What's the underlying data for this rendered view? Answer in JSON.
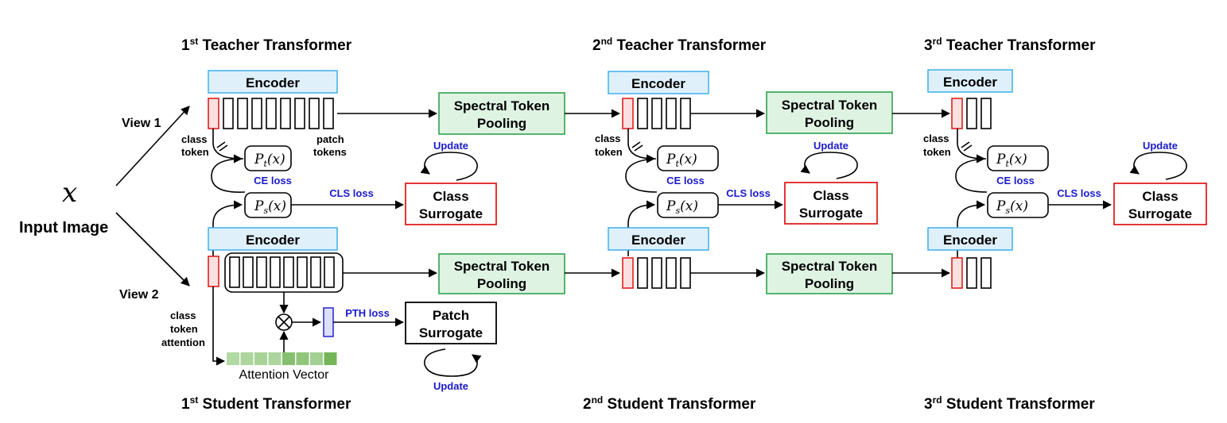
{
  "titles": {
    "teacher1": {
      "ord": "1",
      "sup": "st",
      "rest": " Teacher Transformer"
    },
    "teacher2": {
      "ord": "2",
      "sup": "nd",
      "rest": " Teacher Transformer"
    },
    "teacher3": {
      "ord": "3",
      "sup": "rd",
      "rest": " Teacher Transformer"
    },
    "student1": {
      "ord": "1",
      "sup": "st",
      "rest": " Student Transformer"
    },
    "student2": {
      "ord": "2",
      "sup": "nd",
      "rest": " Student Transformer"
    },
    "student3": {
      "ord": "3",
      "sup": "rd",
      "rest": " Student Transformer"
    }
  },
  "input": {
    "symbol": "𝑥",
    "label": "Input Image"
  },
  "views": {
    "view1": "View 1",
    "view2": "View 2"
  },
  "blocks": {
    "encoder": "Encoder",
    "spectral_line1": "Spectral Token",
    "spectral_line2": "Pooling",
    "class_sur_line1": "Class",
    "class_sur_line2": "Surrogate",
    "patch_sur_line1": "Patch",
    "patch_sur_line2": "Surrogate"
  },
  "labels": {
    "class": "class",
    "token": "token",
    "attention": "attention",
    "patch": "patch",
    "tokens": "tokens",
    "attention_vector": "Attention Vector"
  },
  "losses": {
    "ce": "CE loss",
    "cls": "CLS loss",
    "pth": "PTH loss",
    "update": "Update"
  },
  "math": {
    "P": "P",
    "t": "t",
    "s": "s",
    "arg": "(x)"
  },
  "colors": {
    "encoder_fill": "#dff0fb",
    "encoder_border": "#3fb0e8",
    "pooling_fill": "#dff3e3",
    "pooling_border": "#2ea34b",
    "surrogate_border": "#e02020",
    "class_token_fill": "#fbe0e0",
    "loss_text": "#1a1acc",
    "attention_dark": "#6ab04c",
    "attention_light": "#c8e6c0"
  },
  "attention_vector_levels": [
    0.25,
    0.3,
    0.35,
    0.3,
    0.7,
    0.6,
    0.4,
    0.9
  ]
}
